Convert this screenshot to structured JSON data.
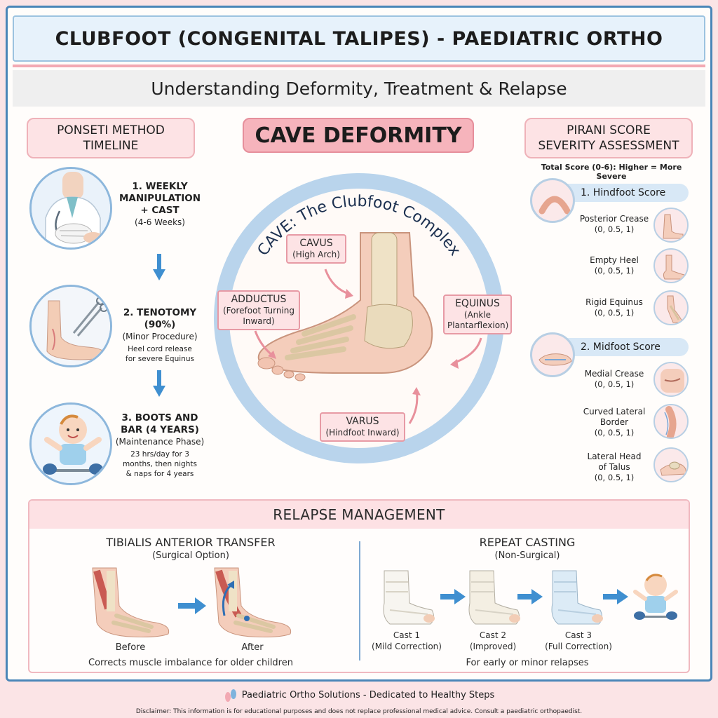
{
  "title": "CLUBFOOT (CONGENITAL TALIPES) - PAEDIATRIC ORTHO",
  "subtitle": "Understanding Deformity, Treatment & Relapse",
  "ponseti": {
    "title_line1": "PONSETI METHOD",
    "title_line2": "TIMELINE",
    "steps": [
      {
        "h1": "1. WEEKLY",
        "h2": "MANIPULATION",
        "h3": "+ CAST",
        "s": "(4-6 Weeks)",
        "t1": "",
        "t2": "",
        "t3": ""
      },
      {
        "h1": "2. TENOTOMY",
        "h2": "(90%)",
        "h3": "",
        "s": "(Minor Procedure)",
        "t1": "Heel cord release",
        "t2": "for severe Equinus",
        "t3": ""
      },
      {
        "h1": "3. BOOTS AND",
        "h2": "BAR (4 YEARS)",
        "h3": "",
        "s": "(Maintenance Phase)",
        "t1": "23 hrs/day for 3",
        "t2": "months, then nights",
        "t3": "& naps for 4 years"
      }
    ]
  },
  "cave": {
    "title": "CAVE DEFORMITY",
    "arc_text": "CAVE: The Clubfoot Complex",
    "labels": [
      {
        "main": "CAVUS",
        "sub1": "(High Arch)",
        "sub2": ""
      },
      {
        "main": "ADDUCTUS",
        "sub1": "(Forefoot Turning",
        "sub2": "Inward)"
      },
      {
        "main": "EQUINUS",
        "sub1": "(Ankle",
        "sub2": "Plantarflexion)"
      },
      {
        "main": "VARUS",
        "sub1": "(Hindfoot Inward)",
        "sub2": ""
      }
    ]
  },
  "pirani": {
    "title_line1": "PIRANI SCORE",
    "title_line2": "SEVERITY ASSESSMENT",
    "note": "Total Score (0-6): Higher = More Severe",
    "hindfoot": {
      "label": "1. Hindfoot Score",
      "items": [
        {
          "a1": "Posterior Crease",
          "a2": "",
          "b": "(0, 0.5, 1)"
        },
        {
          "a1": "Empty Heel",
          "a2": "",
          "b": "(0, 0.5, 1)"
        },
        {
          "a1": "Rigid Equinus",
          "a2": "",
          "b": "(0, 0.5, 1)"
        }
      ]
    },
    "midfoot": {
      "label": "2. Midfoot Score",
      "items": [
        {
          "a1": "Medial Crease",
          "a2": "",
          "b": "(0, 0.5, 1)"
        },
        {
          "a1": "Curved Lateral",
          "a2": "Border",
          "b": "(0, 0.5, 1)"
        },
        {
          "a1": "Lateral Head",
          "a2": "of Talus",
          "b": "(0, 0.5, 1)"
        }
      ]
    }
  },
  "relapse": {
    "title": "RELAPSE MANAGEMENT",
    "left": {
      "title": "TIBIALIS ANTERIOR TRANSFER",
      "sub": "(Surgical Option)",
      "before": "Before",
      "after": "After",
      "caption": "Corrects muscle imbalance for older children"
    },
    "right": {
      "title": "REPEAT CASTING",
      "sub": "(Non-Surgical)",
      "casts": [
        {
          "name": "Cast 1",
          "desc": "(Mild Correction)"
        },
        {
          "name": "Cast 2",
          "desc": "(Improved)"
        },
        {
          "name": "Cast 3",
          "desc": "(Full Correction)"
        }
      ],
      "caption": "For early or minor relapses"
    }
  },
  "footer": {
    "brand": "Paediatric Ortho Solutions - Dedicated to Healthy Steps",
    "disclaimer": "Disclaimer: This information is for educational purposes and does not replace professional medical advice. Consult a paediatric orthopaedist."
  },
  "colors": {
    "accent_blue": "#4a86b8",
    "accent_pink": "#f6b4bc",
    "arrow_blue": "#3f8fd0"
  },
  "icons": [
    "doctor-casting-icon",
    "tenotomy-scissors-icon",
    "baby-boots-bar-icon",
    "footprint-logo-icon",
    "arrow-down-icon",
    "arrow-right-icon"
  ]
}
